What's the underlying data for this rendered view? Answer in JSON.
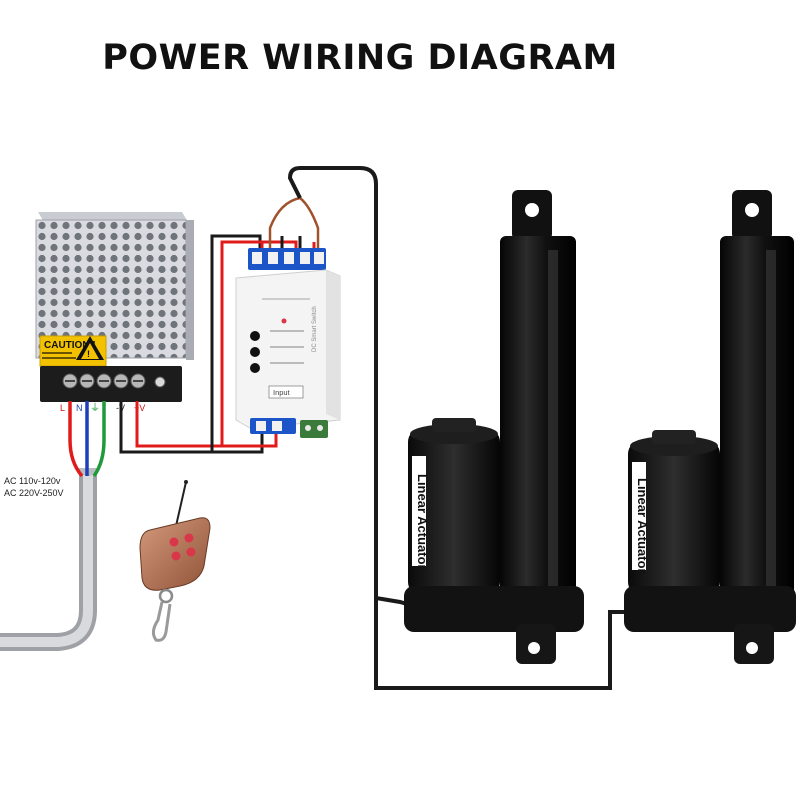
{
  "title": "POWER WIRING DIAGRAM",
  "power_supply": {
    "caution_label": "CAUTION !",
    "terminals": [
      "L",
      "N",
      "⏚",
      "-V",
      "+V"
    ]
  },
  "ac_input": {
    "line1": "AC 110v-120v",
    "line2": "AC 220V-250V"
  },
  "controller": {
    "input_label": "Input",
    "brand_label": "DC Smart Switch"
  },
  "actuators": [
    {
      "label": "Linear Actuator"
    },
    {
      "label": "Linear Actuator"
    }
  ],
  "colors": {
    "wire_red": "#e11b1b",
    "wire_blue": "#1f3fb8",
    "wire_green": "#1f9a3a",
    "wire_black": "#1a1a1a",
    "wire_brown": "#a0522d",
    "caution_yellow": "#f2c200",
    "terminal_blue": "#1b55c8",
    "fob_copper": "#b8775a",
    "fob_button_red": "#d9364a"
  }
}
